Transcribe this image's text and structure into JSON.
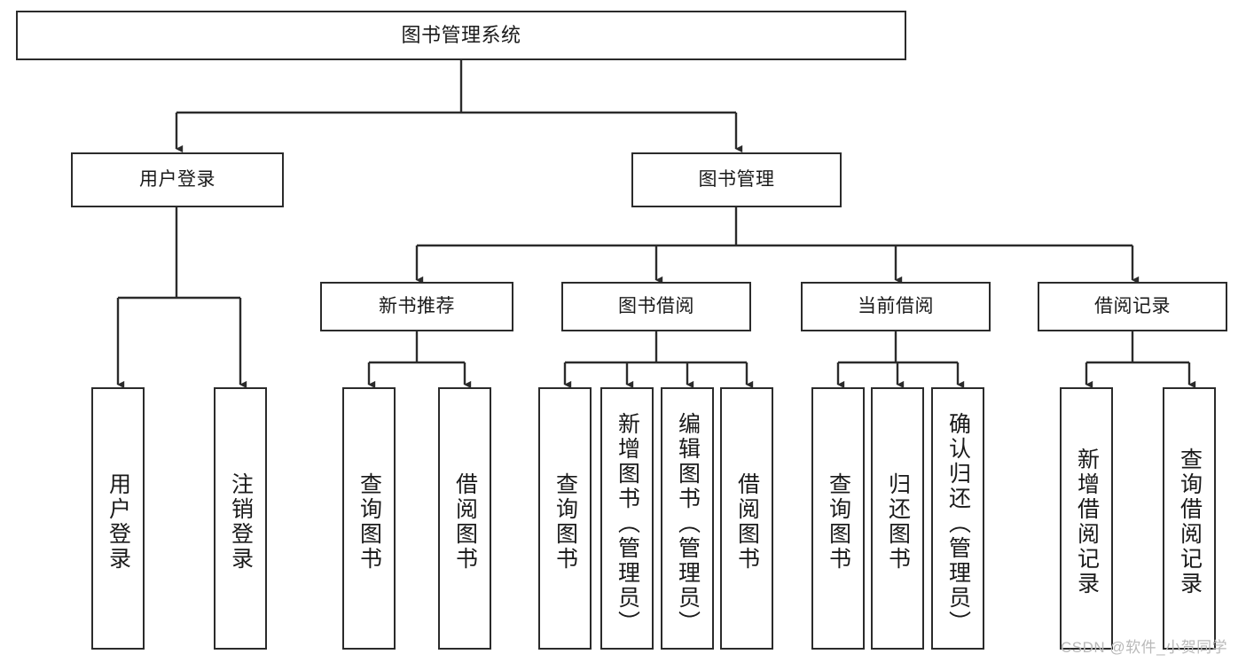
{
  "diagram": {
    "title": "图书管理系统",
    "type": "tree",
    "watermark": "CSDN @软件_小贺同学",
    "colors": {
      "stroke": "#2b2b2b",
      "fill": "#ffffff",
      "text": "#1a1a1a",
      "watermark": "#b9b9b9"
    },
    "root": {
      "label": "图书管理系统"
    },
    "level1": [
      {
        "label": "用户登录"
      },
      {
        "label": "图书管理"
      }
    ],
    "level2": [
      {
        "label": "新书推荐"
      },
      {
        "label": "图书借阅"
      },
      {
        "label": "当前借阅"
      },
      {
        "label": "借阅记录"
      }
    ],
    "leaves_user_login": [
      {
        "label": "用户登录"
      },
      {
        "label": "注销登录"
      }
    ],
    "leaves_new_books": [
      {
        "label": "查询图书"
      },
      {
        "label": "借阅图书"
      }
    ],
    "leaves_borrow": [
      {
        "label": "查询图书"
      },
      {
        "label": "新增图书（管理员）"
      },
      {
        "label": "编辑图书（管理员）"
      },
      {
        "label": "借阅图书"
      }
    ],
    "leaves_current": [
      {
        "label": "查询图书"
      },
      {
        "label": "归还图书"
      },
      {
        "label": "确认归还（管理员）"
      }
    ],
    "leaves_records": [
      {
        "label": "新增借阅记录"
      },
      {
        "label": "查询借阅记录"
      }
    ]
  }
}
